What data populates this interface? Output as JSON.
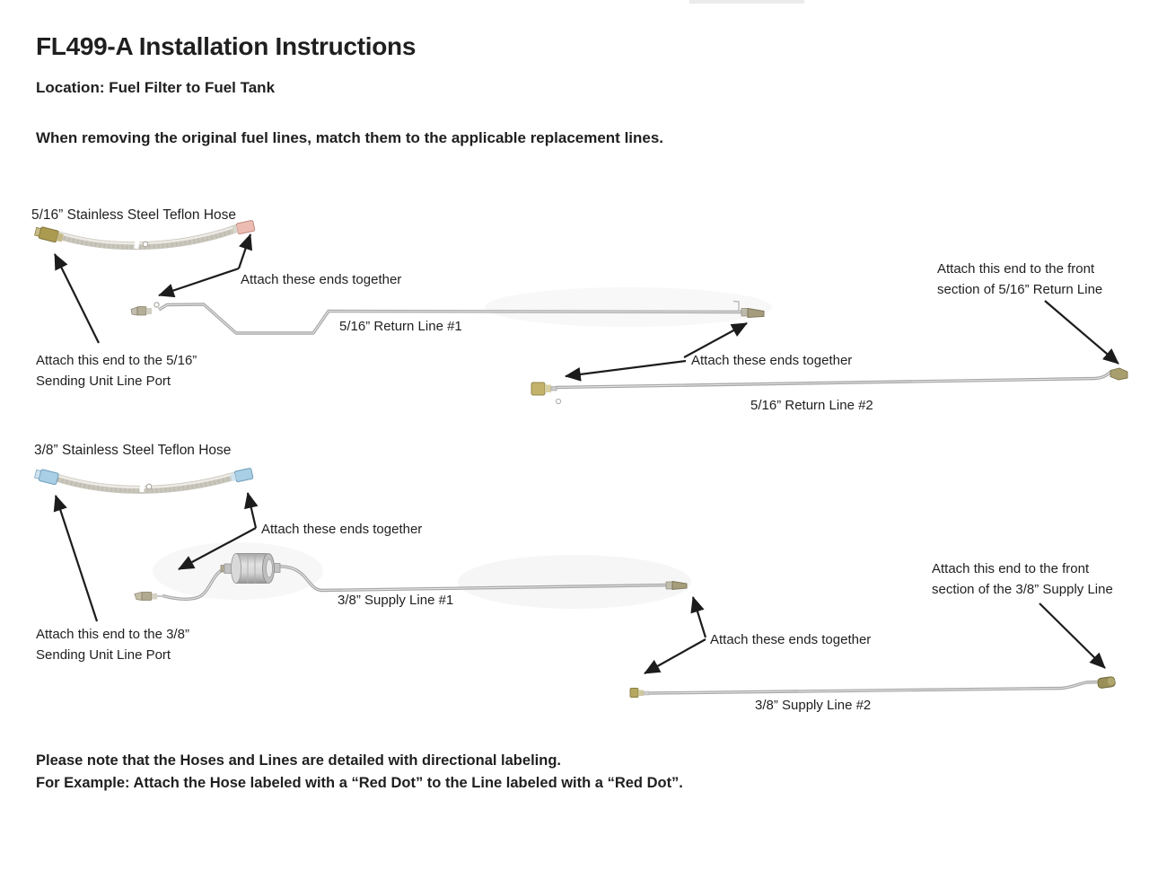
{
  "document": {
    "title": "FL499-A Installation Instructions",
    "location": "Location: Fuel Filter to Fuel Tank",
    "intro": "When removing the original fuel lines, match them to the applicable replacement lines.",
    "footnote_line1": "Please note that the Hoses and Lines are detailed with directional labeling.",
    "footnote_line2": "For Example: Attach the Hose labeled with a “Red Dot” to the Line labeled with a “Red Dot”."
  },
  "section_516": {
    "hose_label": "5/16” Stainless Steel Teflon Hose",
    "attach_ends_hose_to_line1": "Attach these ends together",
    "return_line_1_label": "5/16” Return Line #1",
    "sending_unit_line1": "Attach this end to the 5/16”",
    "sending_unit_line2": "Sending Unit Line Port",
    "attach_ends_line1_to_line2": "Attach these ends together",
    "return_line_2_label": "5/16” Return Line #2",
    "front_section_line1": "Attach this end to the front",
    "front_section_line2": "section of 5/16” Return Line"
  },
  "section_38": {
    "hose_label": "3/8” Stainless Steel Teflon Hose",
    "attach_ends_hose_to_line1": "Attach these ends together",
    "supply_line_1_label": "3/8” Supply Line #1",
    "sending_unit_line1": "Attach this end to the 3/8”",
    "sending_unit_line2": "Sending Unit Line Port",
    "attach_ends_line1_to_line2": "Attach these ends together",
    "supply_line_2_label": "3/8” Supply Line #2",
    "front_section_line1": "Attach this end to the front",
    "front_section_line2": "section of the 3/8” Supply Line"
  },
  "colors": {
    "text": "#1f1f1f",
    "arrow": "#1c1c1c",
    "tube_gray": "#a6a6a6",
    "hose_braid": "#c9c6bc",
    "brass_fitting": "#ab9b50",
    "red_dot_fitting": "#ecbcb2",
    "blue_dot_fitting": "#a9cfe5",
    "olive_fitting": "#a49c7d",
    "filter_metal": "#cccccc"
  }
}
